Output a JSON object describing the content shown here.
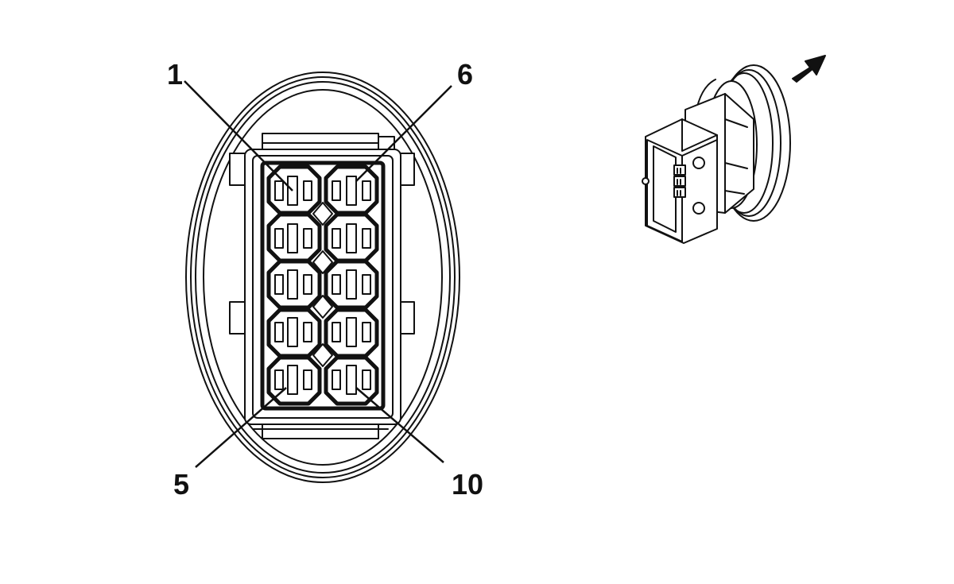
{
  "pin_labels": {
    "pin_1": "1",
    "pin_5": "5",
    "pin_6": "6",
    "pin_10": "10"
  },
  "icons": {
    "view_direction": "arrow-icon",
    "connector_perspective": "connector-3d-icon"
  },
  "colors": {
    "line": "#111111",
    "background": "#ffffff"
  }
}
